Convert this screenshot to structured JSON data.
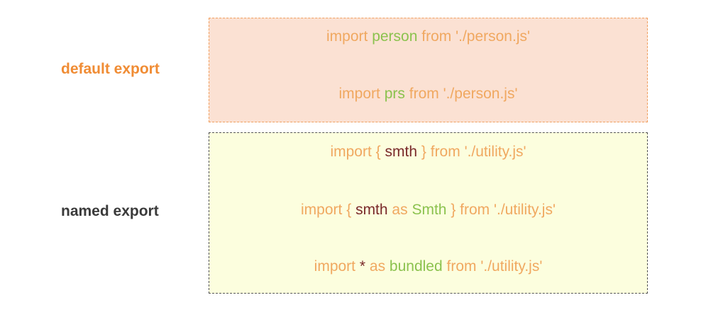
{
  "labels": {
    "default_export": "default export",
    "named_export": "named export"
  },
  "default_box": {
    "line1": {
      "import": "import",
      "name": "person",
      "rest": "from './person.js'"
    },
    "line2": {
      "import": "import",
      "name": "prs",
      "rest": "from './person.js'"
    }
  },
  "named_box": {
    "line1": {
      "import": "import",
      "open": "{",
      "name": "smth",
      "close": "}",
      "rest": "from './utility.js'"
    },
    "line2": {
      "import": "import",
      "open": "{",
      "name": "smth",
      "as": "as",
      "alias": "Smth",
      "close": "}",
      "rest": "from './utility.js'"
    },
    "line3": {
      "import": "import",
      "star": "*",
      "as": "as",
      "alias": "bundled",
      "rest": "from './utility.js'"
    }
  },
  "colors": {
    "default_label": "#f08c34",
    "named_label": "#3a3a3a",
    "default_box_fill": "#fbe1d3",
    "default_box_border": "#f0a060",
    "named_box_fill": "#fcfede",
    "named_box_border": "#555555",
    "keyword": "#f0a860",
    "highlight_name": "#8bc24e",
    "named_identifier": "#7a2a2a"
  }
}
